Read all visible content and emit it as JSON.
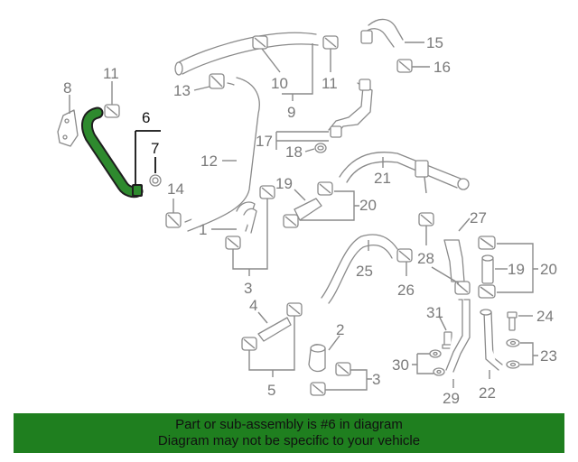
{
  "callouts": {
    "c1": "1",
    "c2": "2",
    "c3a": "3",
    "c3b": "3",
    "c4": "4",
    "c5": "5",
    "c6": "6",
    "c7": "7",
    "c8": "8",
    "c9": "9",
    "c10": "10",
    "c11a": "11",
    "c11b": "11",
    "c12": "12",
    "c13": "13",
    "c14": "14",
    "c15": "15",
    "c16": "16",
    "c17": "17",
    "c18": "18",
    "c19a": "19",
    "c19b": "19",
    "c20a": "20",
    "c20b": "20",
    "c21": "21",
    "c22": "22",
    "c23": "23",
    "c24": "24",
    "c25": "25",
    "c26": "26",
    "c27": "27",
    "c28": "28",
    "c29": "29",
    "c30": "30",
    "c31": "31"
  },
  "highlight": {
    "part": "6",
    "color": "#2e8a2e"
  },
  "banner": {
    "line1": "Part or sub-assembly is #6 in diagram",
    "line2": "Diagram may not be specific to your vehicle",
    "background": "#1f7f1f"
  }
}
